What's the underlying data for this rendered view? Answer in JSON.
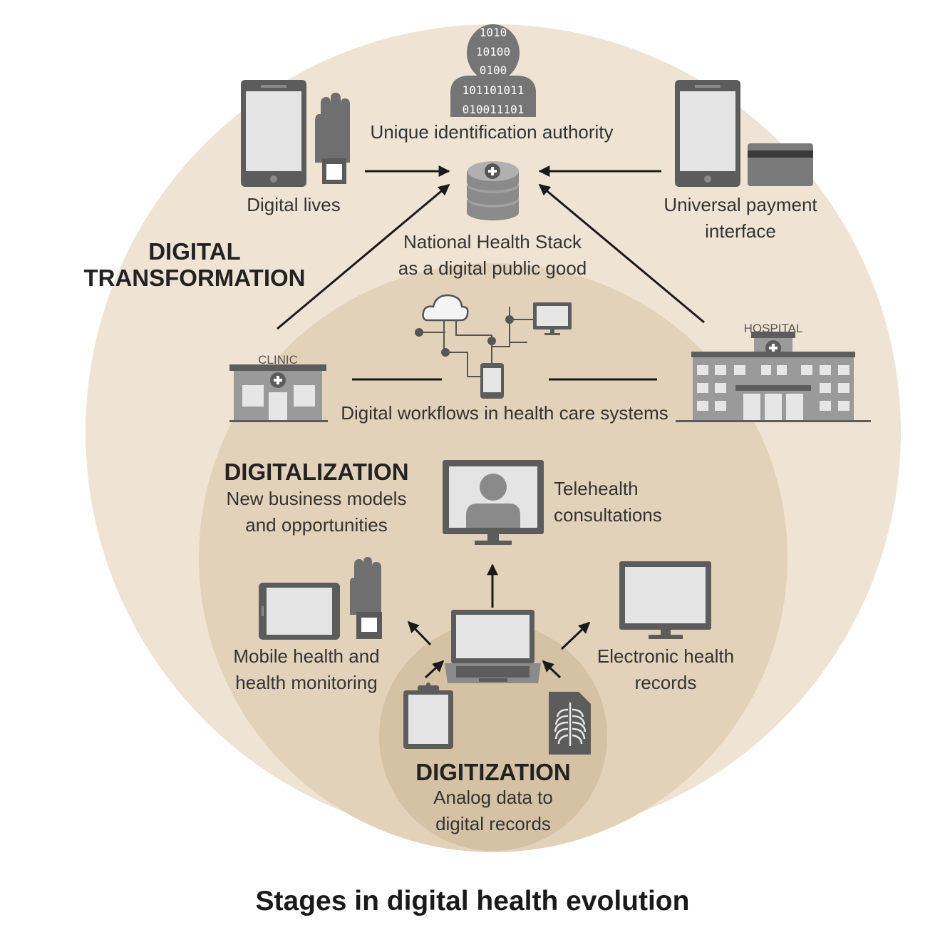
{
  "title": "Stages in digital health evolution",
  "stages": {
    "transformation": {
      "heading_1": "DIGITAL",
      "heading_2": "TRANSFORMATION"
    },
    "digitalization": {
      "heading": "DIGITALIZATION",
      "text_1": "New business models",
      "text_2": "and opportunities"
    },
    "digitization": {
      "heading": "DIGITIZATION",
      "text_1": "Analog data to",
      "text_2": "digital records"
    }
  },
  "labels": {
    "uid": "Unique identification authority",
    "digital_lives": "Digital lives",
    "upi_1": "Universal payment",
    "upi_2": "interface",
    "nhs_1": "National Health Stack",
    "nhs_2": "as a digital public good",
    "workflows": "Digital workflows in health care systems",
    "telehealth_1": "Telehealth",
    "telehealth_2": "consultations",
    "mobile_1": "Mobile health and",
    "mobile_2": "health monitoring",
    "ehr_1": "Electronic health",
    "ehr_2": "records"
  },
  "signs": {
    "clinic": "CLINIC",
    "hospital": "HOSPITAL"
  },
  "binary": [
    "1010",
    "10100",
    "0100",
    "101101011",
    "010011101"
  ],
  "colors": {
    "outer_circle": "#efe4d3",
    "middle_circle": "#e3d2ba",
    "inner_circle": "#d5c1a4",
    "icon_dark": "#6f6f6f",
    "icon_light": "#e6e6e6",
    "text": "#333333"
  },
  "icons": [
    "person-binary-icon",
    "database-icon",
    "tablet-icon",
    "hand-watch-icon",
    "payment-card-icon",
    "clinic-icon",
    "hospital-icon",
    "cloud-network-icon",
    "monitor-person-icon",
    "laptop-icon",
    "clipboard-icon",
    "xray-icon",
    "monitor-icon"
  ]
}
